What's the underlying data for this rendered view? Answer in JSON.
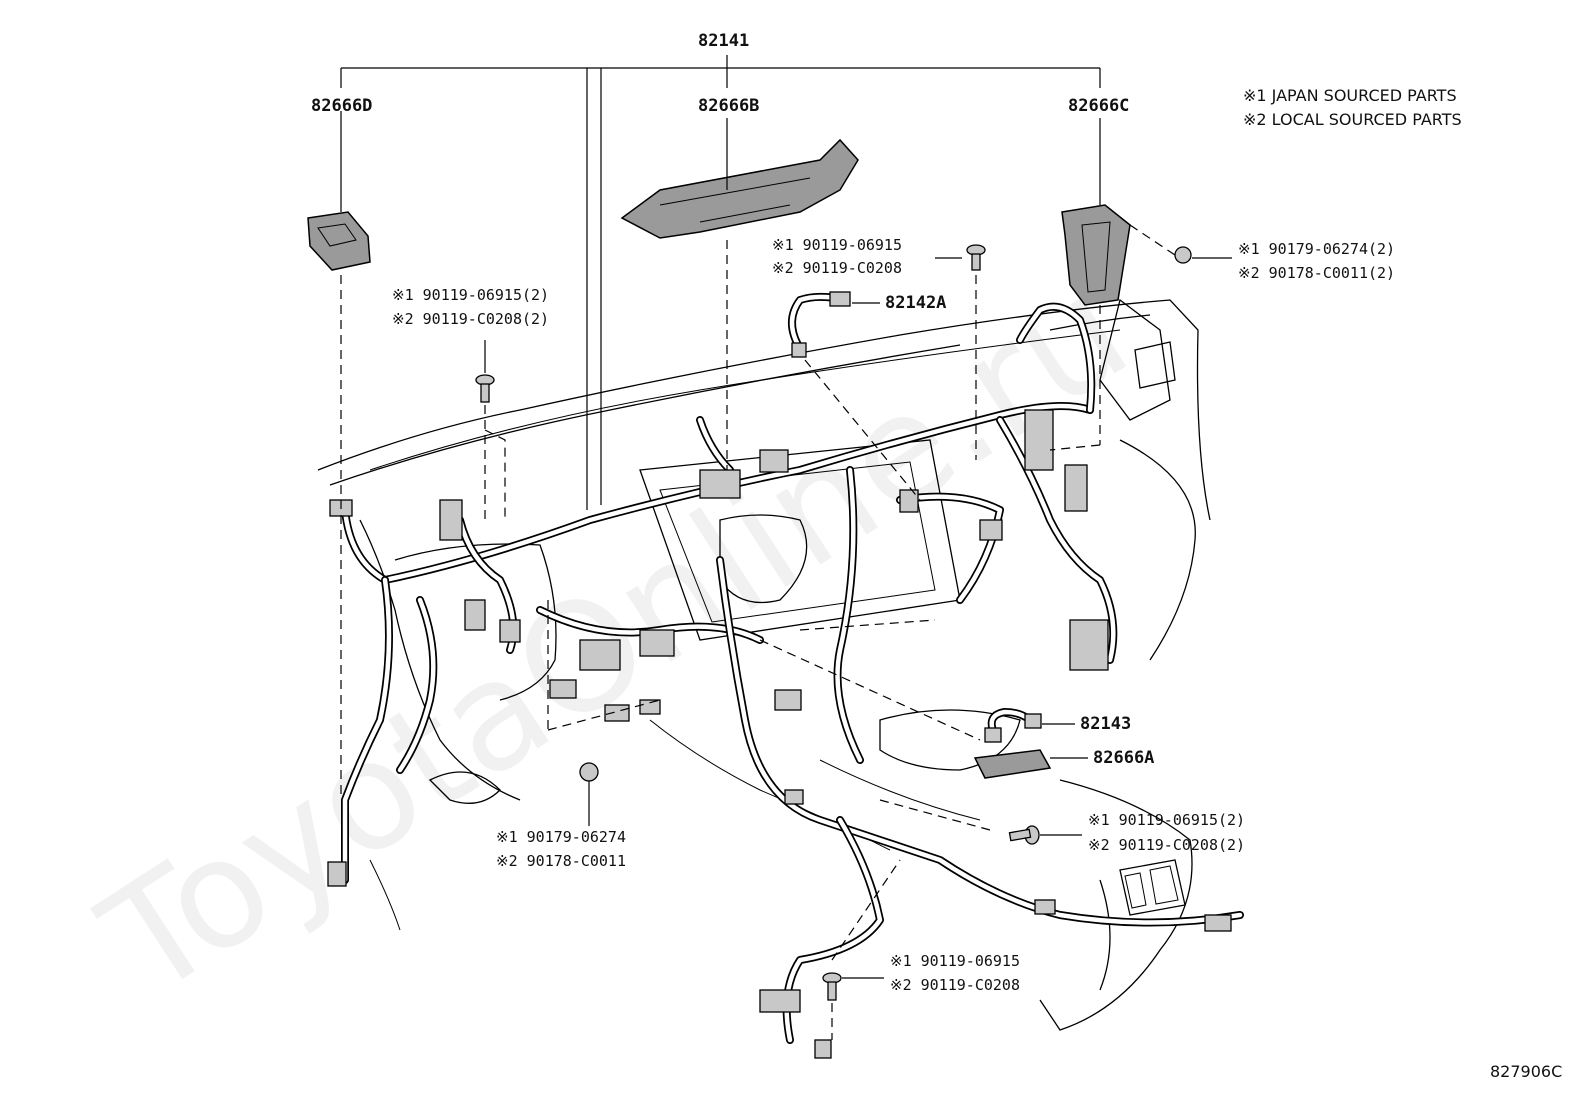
{
  "watermark": "ToyotaOnline.ru",
  "figure_number": "827906C",
  "legend": {
    "line1": "※1 JAPAN SOURCED PARTS",
    "line2": "※2 LOCAL SOURCED PARTS"
  },
  "callouts": {
    "harness_main": "82141",
    "harness_a": "82142A",
    "harness_b": "82143",
    "block_a": "82666A",
    "block_b": "82666B",
    "block_c": "82666C",
    "block_d": "82666D"
  },
  "fasteners": {
    "top_center_1": "※1 90119-06915",
    "top_center_2": "※2 90119-C0208",
    "top_right_1": "※1 90179-06274(2)",
    "top_right_2": "※2 90178-C0011(2)",
    "left_1": "※1 90119-06915(2)",
    "left_2": "※2 90119-C0208(2)",
    "lower_left_1": "※1 90179-06274",
    "lower_left_2": "※2 90178-C0011",
    "right_1": "※1  90119-06915(2)",
    "right_2": "※2  90119-C0208(2)",
    "bottom_1": "※1  90119-06915",
    "bottom_2": "※2  90119-C0208"
  },
  "icons": [
    "bolt-icon",
    "clip-nut-icon",
    "connector-icon",
    "junction-block-icon"
  ]
}
